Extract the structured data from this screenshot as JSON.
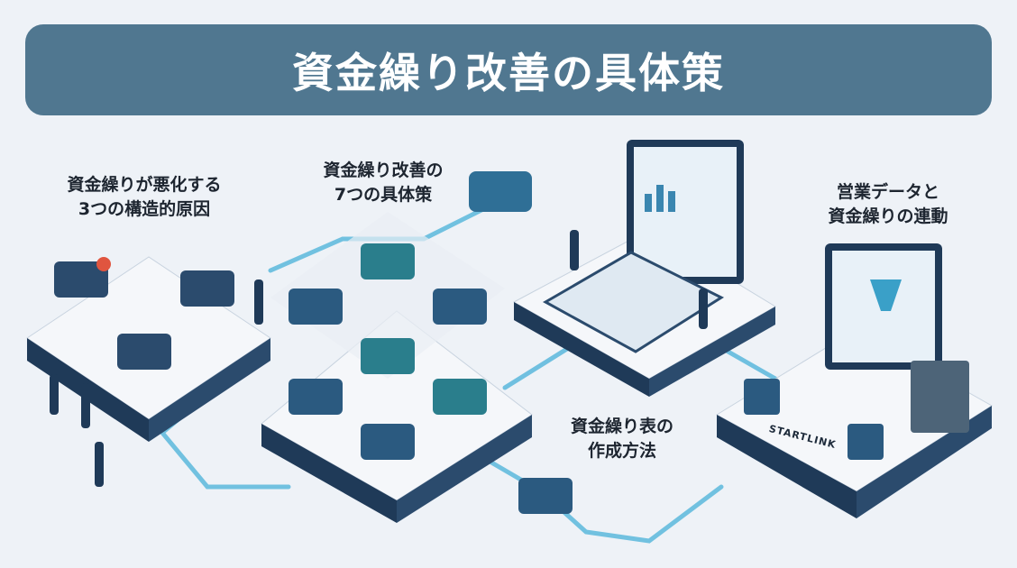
{
  "title": "資金繰り改善の具体策",
  "sections": [
    {
      "id": "causes",
      "lines": [
        "資金繰りが悪化する",
        "3つの構造的原因"
      ]
    },
    {
      "id": "measures",
      "lines": [
        "資金繰り改善の",
        "7つの具体策"
      ]
    },
    {
      "id": "sales-link",
      "lines": [
        "営業データと",
        "資金繰りの連動"
      ]
    },
    {
      "id": "cashflow-table",
      "lines": [
        "資金繰り表の",
        "作成方法"
      ]
    }
  ],
  "brand": "STARTLINK",
  "colors": {
    "banner": "#507790",
    "platform_top": "#f4f6f9",
    "platform_side": "#1f3a58",
    "accent": "#3aa0c8",
    "alert": "#e0553f",
    "background": "#eef2f7"
  }
}
